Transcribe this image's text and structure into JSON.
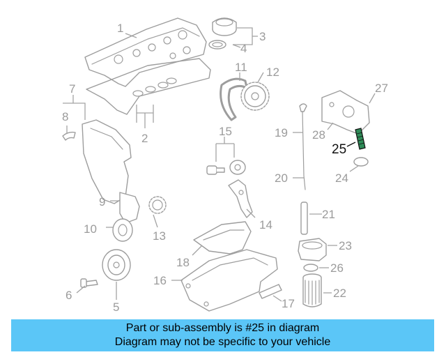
{
  "callouts": {
    "c1": "1",
    "c2": "2",
    "c3": "3",
    "c4": "4",
    "c5": "5",
    "c6": "6",
    "c7": "7",
    "c8": "8",
    "c9": "9",
    "c10": "10",
    "c11": "11",
    "c12": "12",
    "c13": "13",
    "c14": "14",
    "c15": "15",
    "c16": "16",
    "c17": "17",
    "c18": "18",
    "c19": "19",
    "c20": "20",
    "c21": "21",
    "c22": "22",
    "c23": "23",
    "c24": "24",
    "c25": "25",
    "c26": "26",
    "c27": "27",
    "c28": "28"
  },
  "highlighted_part": "25",
  "banner": {
    "line1": "Part or sub-assembly is #25 in diagram",
    "line2": "Diagram may not be specific to your vehicle"
  },
  "colors": {
    "banner_bg": "#5bc6f7",
    "highlight_part": "#2e8b57",
    "diagram_line": "#9d9d9d"
  }
}
